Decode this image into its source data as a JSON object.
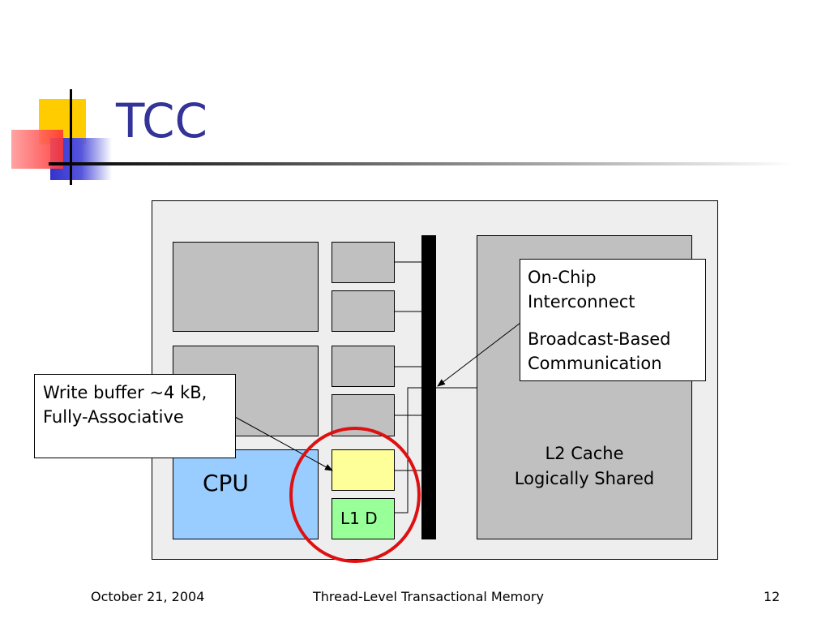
{
  "slide": {
    "title": "TCC",
    "footer": {
      "date": "October 21, 2004",
      "center": "Thread-Level Transactional Memory",
      "page_number": "12"
    }
  },
  "diagram": {
    "cpu_label": "CPU",
    "l1_label": "L1 D",
    "l2_label_line1": "L2 Cache",
    "l2_label_line2": "Logically Shared",
    "interconnect_callout": {
      "line1": "On-Chip",
      "line2": "Interconnect",
      "line3": "Broadcast-Based",
      "line4": "Communication"
    },
    "write_buffer_callout": {
      "line1": "Write buffer ~4 kB,",
      "line2": "Fully-Associative"
    }
  },
  "colors": {
    "title": "#333399",
    "cpu": "#99ccff",
    "write_buffer": "#ffff99",
    "l1": "#99ff99",
    "block_gray": "#c0c0c0",
    "highlight_circle": "#dd1111"
  }
}
